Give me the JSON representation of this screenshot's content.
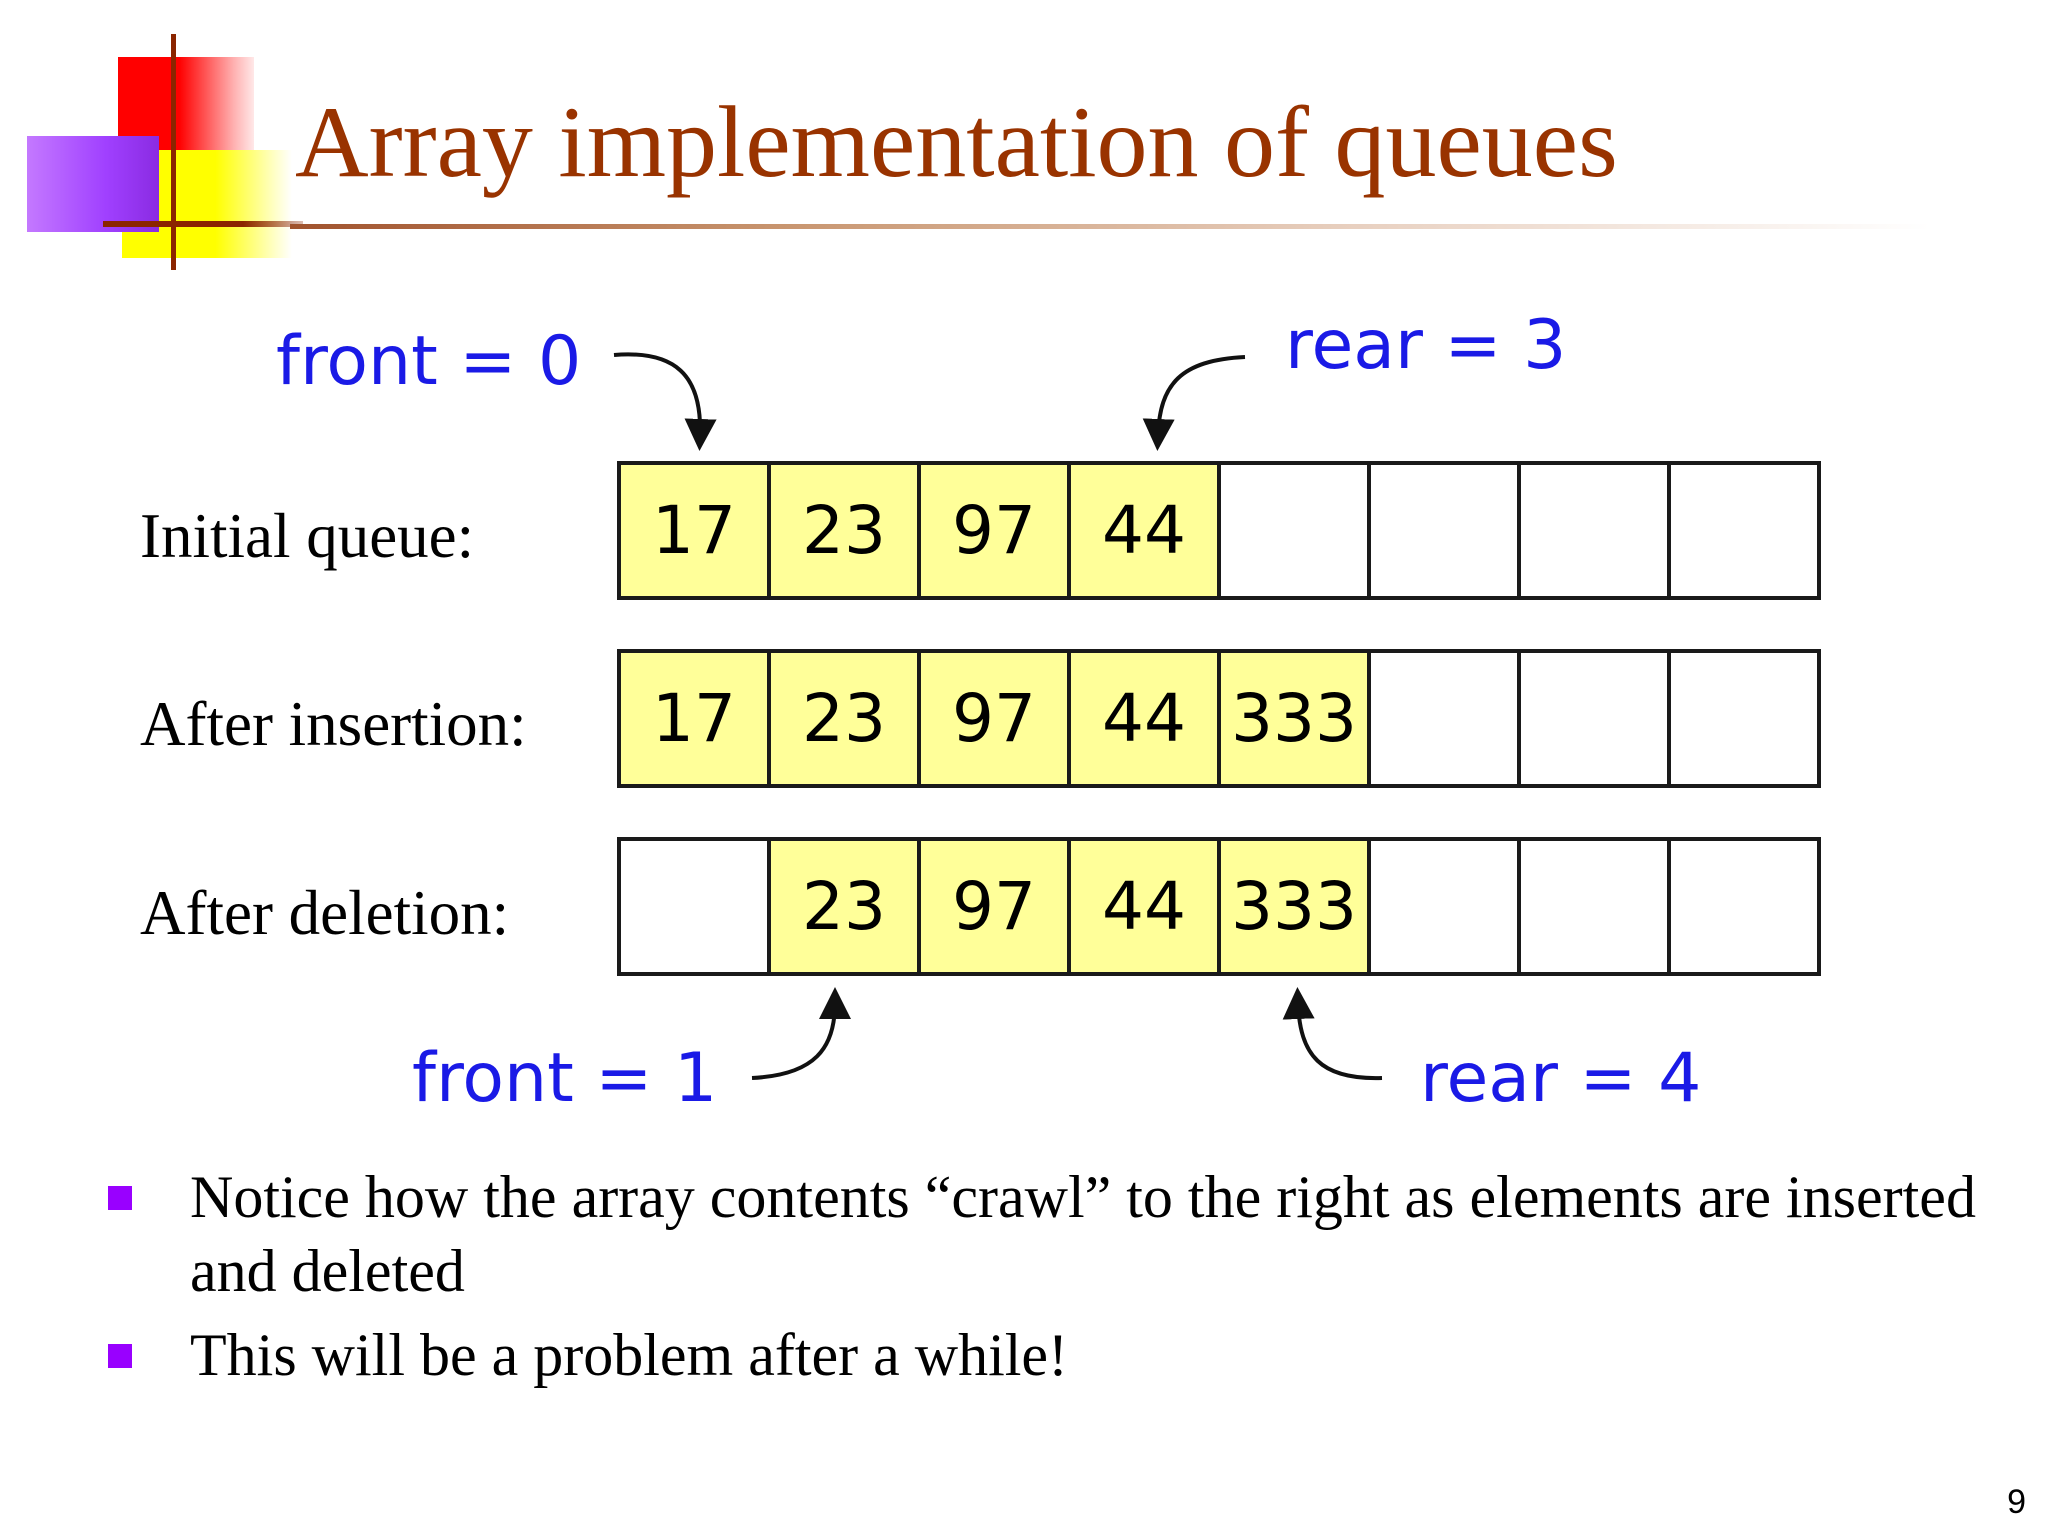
{
  "slide": {
    "title": "Array implementation of queues",
    "page_number": "9"
  },
  "diagram": {
    "rows": [
      {
        "label": "Initial queue:",
        "cells": [
          {
            "value": "17",
            "filled": true
          },
          {
            "value": "23",
            "filled": true
          },
          {
            "value": "97",
            "filled": true
          },
          {
            "value": "44",
            "filled": true
          },
          {
            "value": "",
            "filled": false
          },
          {
            "value": "",
            "filled": false
          },
          {
            "value": "",
            "filled": false
          },
          {
            "value": "",
            "filled": false
          }
        ]
      },
      {
        "label": "After insertion:",
        "cells": [
          {
            "value": "17",
            "filled": true
          },
          {
            "value": "23",
            "filled": true
          },
          {
            "value": "97",
            "filled": true
          },
          {
            "value": "44",
            "filled": true
          },
          {
            "value": "333",
            "filled": true
          },
          {
            "value": "",
            "filled": false
          },
          {
            "value": "",
            "filled": false
          },
          {
            "value": "",
            "filled": false
          }
        ]
      },
      {
        "label": "After deletion:",
        "cells": [
          {
            "value": "",
            "filled": false
          },
          {
            "value": "23",
            "filled": true
          },
          {
            "value": "97",
            "filled": true
          },
          {
            "value": "44",
            "filled": true
          },
          {
            "value": "333",
            "filled": true
          },
          {
            "value": "",
            "filled": false
          },
          {
            "value": "",
            "filled": false
          },
          {
            "value": "",
            "filled": false
          }
        ]
      }
    ],
    "pointers": {
      "initial_front": "front = 0",
      "initial_rear": "rear = 3",
      "deleted_front": "front = 1",
      "deleted_rear": "rear = 4"
    },
    "colors": {
      "filled_cell": "#ffff99",
      "pointer_text": "#1a1ae6",
      "title": "#993300",
      "bullet": "#9900ff"
    }
  },
  "bullets": [
    "Notice how the array contents “crawl” to the right as elements are inserted and deleted",
    "This will be a problem after a while!"
  ]
}
